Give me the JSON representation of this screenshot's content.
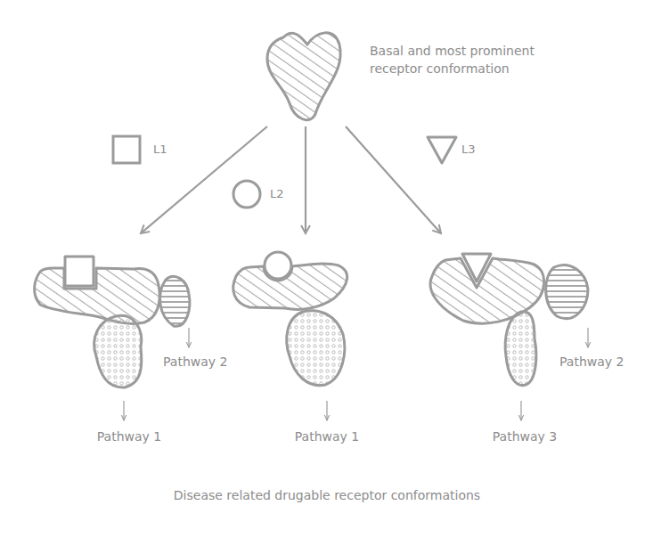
{
  "diagram": {
    "caption": "Disease related drugable receptor conformations",
    "nodes": [
      {
        "text": [
          "Basal and most prominent receptor conformation"
        ]
      },
      {
        "text": [
          "Pathway 2",
          "Pathway 1"
        ]
      },
      {
        "text": [
          "Pathway 1"
        ]
      },
      {
        "text": [
          "Pathway 2",
          "Pathway 3"
        ]
      }
    ],
    "edges": [
      {
        "from": 0,
        "to": 1,
        "label": "L1",
        "arrow": "to"
      },
      {
        "from": 0,
        "to": 2,
        "label": "L2",
        "arrow": "to"
      },
      {
        "from": 0,
        "to": 3,
        "label": "L3",
        "arrow": "to"
      }
    ]
  }
}
